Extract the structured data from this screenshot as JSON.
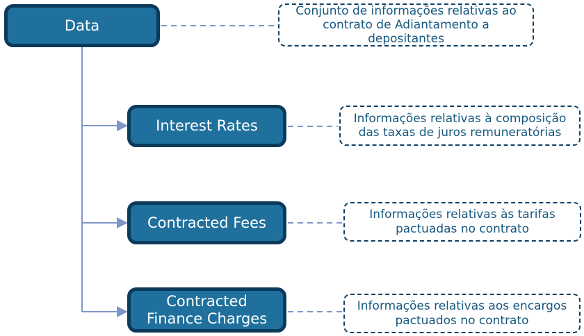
{
  "diagram": {
    "title": "Data hierarchy diagram",
    "root": {
      "label": "Data",
      "note": "Conjunto de informações relativas ao contrato de Adiantamento a depositantes"
    },
    "children": [
      {
        "label": "Interest Rates",
        "note": "Informações relativas à composição das taxas de juros remuneratórias"
      },
      {
        "label": "Contracted Fees",
        "note": "Informações relativas às tarifas pactuadas no contrato"
      },
      {
        "label": "Contracted Finance Charges",
        "note": "Informações relativas aos encargos pactuados no contrato"
      }
    ],
    "icons": {
      "arrow": "right-arrowhead"
    },
    "colors": {
      "node_fill": "#1F709D",
      "node_border": "#0C3A5A",
      "node_text": "#FFFFFF",
      "note_border": "#0E4165",
      "note_text": "#16587F",
      "connector": "#7E96C8"
    }
  }
}
